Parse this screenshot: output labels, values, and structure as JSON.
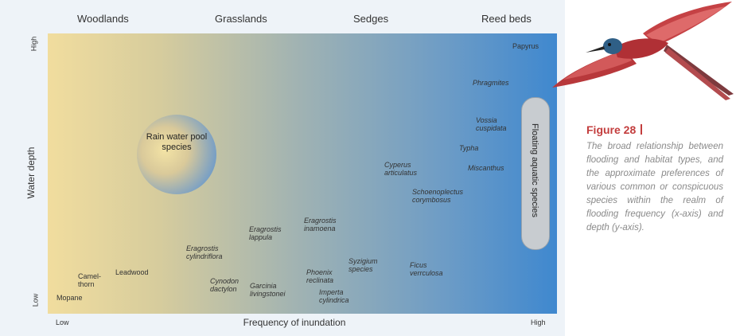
{
  "figure": {
    "habitats": [
      "Woodlands",
      "Grasslands",
      "Sedges",
      "Reed beds"
    ],
    "y_axis": {
      "title": "Water depth",
      "low": "Low",
      "high": "High"
    },
    "x_axis": {
      "title": "Frequency of inundation",
      "low": "Low",
      "high": "High"
    },
    "rain_pool": "Rain water pool species",
    "floating": "Floating aquatic species",
    "species": {
      "mopane": "Mopane",
      "camelthorn": "Camel-\nthorn",
      "leadwood": "Leadwood",
      "eragrostis_cyl": "Eragrostis cylindriflora",
      "cynodon": "Cynodon dactylon",
      "garcinia": "Garcinia livingstonei",
      "eragrostis_lap": "Eragrostis lappula",
      "eragrostis_ina": "Eragrostis inamoena",
      "phoenix": "Phoenix reclinata",
      "imperta": "Imperta cylindrica",
      "syzigium": "Syzigium species",
      "ficus": "Ficus verrculosa",
      "cyperus": "Cyperus articulatus",
      "schoenoplectus": "Schoenoplectus corymbosus",
      "miscanthus": "Miscanthus",
      "typha": "Typha",
      "vossia": "Vossia cuspidata",
      "phragmites": "Phragmites",
      "papyrus": "Papyrus"
    }
  },
  "caption": {
    "title": "Figure 28",
    "text": "The broad relationship between flooding and habitat types, and the approximate preferences of various common or conspicuous species within the realm of flooding frequency (x-axis) and depth (y-axis)."
  },
  "colors": {
    "gradient_left": "#f1dd9e",
    "gradient_right": "#3f88cf",
    "caption_accent": "#c33d3d",
    "caption_text": "#8a8a8a"
  }
}
